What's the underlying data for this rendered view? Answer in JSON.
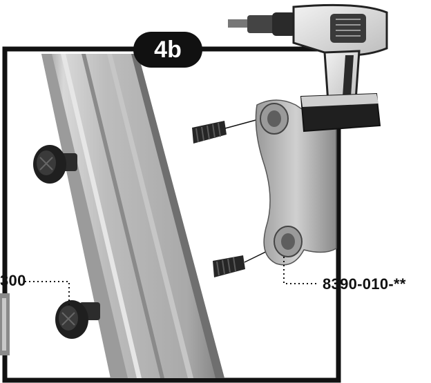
{
  "instruction": {
    "step": "4b",
    "parts": [
      {
        "part_number": "8390-010-**",
        "icon": "screw-icon"
      },
      {
        "part_number": "300",
        "icon": "bolt-icon"
      }
    ]
  },
  "tools": [
    {
      "name": "drill",
      "icon": "cordless-drill-icon"
    }
  ],
  "colors": {
    "frame": "#111111",
    "post_light": "#c9c9c9",
    "post_dark": "#8f8f8f",
    "bracket": "#b0b0b0",
    "hardware": "#2a2a2a"
  }
}
